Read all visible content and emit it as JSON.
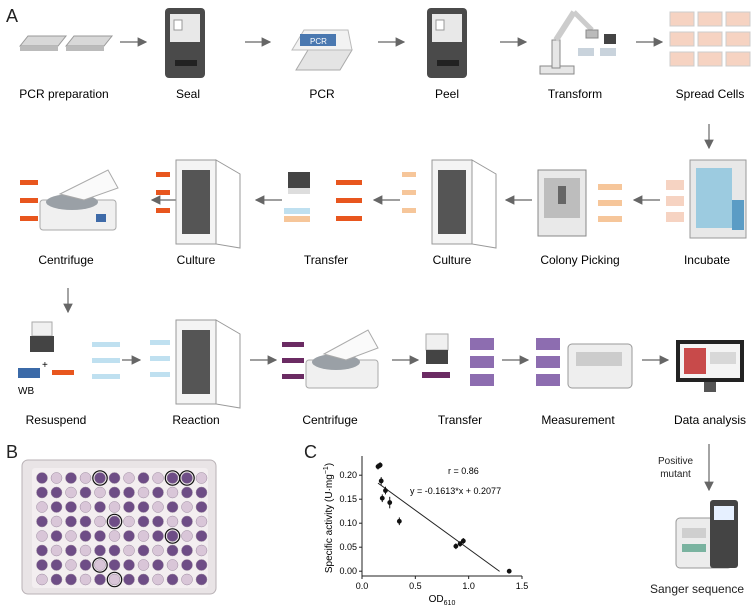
{
  "panels": {
    "a": "A",
    "b": "B",
    "c": "C"
  },
  "workflow": {
    "row1": [
      "PCR preparation",
      "Seal",
      "PCR",
      "Peel",
      "Transform",
      "Spread Cells"
    ],
    "row2": [
      "Centrifuge",
      "Culture",
      "Transfer",
      "Culture",
      "Colony Picking",
      "Incubate"
    ],
    "row3": [
      "Resuspend",
      "Reaction",
      "Centrifuge",
      "Transfer",
      "Measurement",
      "Data analysis"
    ],
    "pcr_device_text": "PCR",
    "wb_label": "WB",
    "plus_sign": "+",
    "positive_mutant": [
      "Positive",
      "mutant"
    ],
    "sanger": "Sanger sequence"
  },
  "chart_data": {
    "type": "scatter",
    "xlabel": "OD",
    "xlabel_sub": "610",
    "ylabel": "Specific activity (U·mg",
    "ylabel_sup": "−1",
    "ylabel_close": ")",
    "xlim": [
      0,
      1.5
    ],
    "ylim": [
      -0.01,
      0.24
    ],
    "x_ticks": [
      "0.0",
      "0.5",
      "1.0",
      "1.5"
    ],
    "x_tick_values": [
      0,
      0.5,
      1.0,
      1.5
    ],
    "y_ticks": [
      "0.00",
      "0.05",
      "0.10",
      "0.15",
      "0.20"
    ],
    "y_tick_values": [
      0,
      0.05,
      0.1,
      0.15,
      0.2
    ],
    "annotation_r": "r = 0.86",
    "annotation_eq": "y = -0.1613*x + 0.2077",
    "fit": {
      "slope": -0.1613,
      "intercept": 0.2077,
      "x_range": [
        0.15,
        1.29
      ]
    },
    "points": [
      {
        "x": 0.15,
        "y": 0.218,
        "err": 0.006
      },
      {
        "x": 0.17,
        "y": 0.221,
        "err": 0.006
      },
      {
        "x": 0.18,
        "y": 0.188,
        "err": 0.008
      },
      {
        "x": 0.19,
        "y": 0.152,
        "err": 0.008
      },
      {
        "x": 0.22,
        "y": 0.168,
        "err": 0.008
      },
      {
        "x": 0.26,
        "y": 0.143,
        "err": 0.012
      },
      {
        "x": 0.35,
        "y": 0.104,
        "err": 0.008
      },
      {
        "x": 0.88,
        "y": 0.052,
        "err": 0.006
      },
      {
        "x": 0.92,
        "y": 0.057,
        "err": 0.006
      },
      {
        "x": 0.95,
        "y": 0.063,
        "err": 0.006
      },
      {
        "x": 1.38,
        "y": 0.0,
        "err": 0.002
      }
    ]
  },
  "plate": {
    "rows": 8,
    "cols": 12,
    "circled": [
      [
        0,
        4
      ],
      [
        0,
        9
      ],
      [
        0,
        10
      ],
      [
        3,
        5
      ],
      [
        4,
        9
      ],
      [
        6,
        4
      ],
      [
        7,
        5
      ]
    ]
  }
}
